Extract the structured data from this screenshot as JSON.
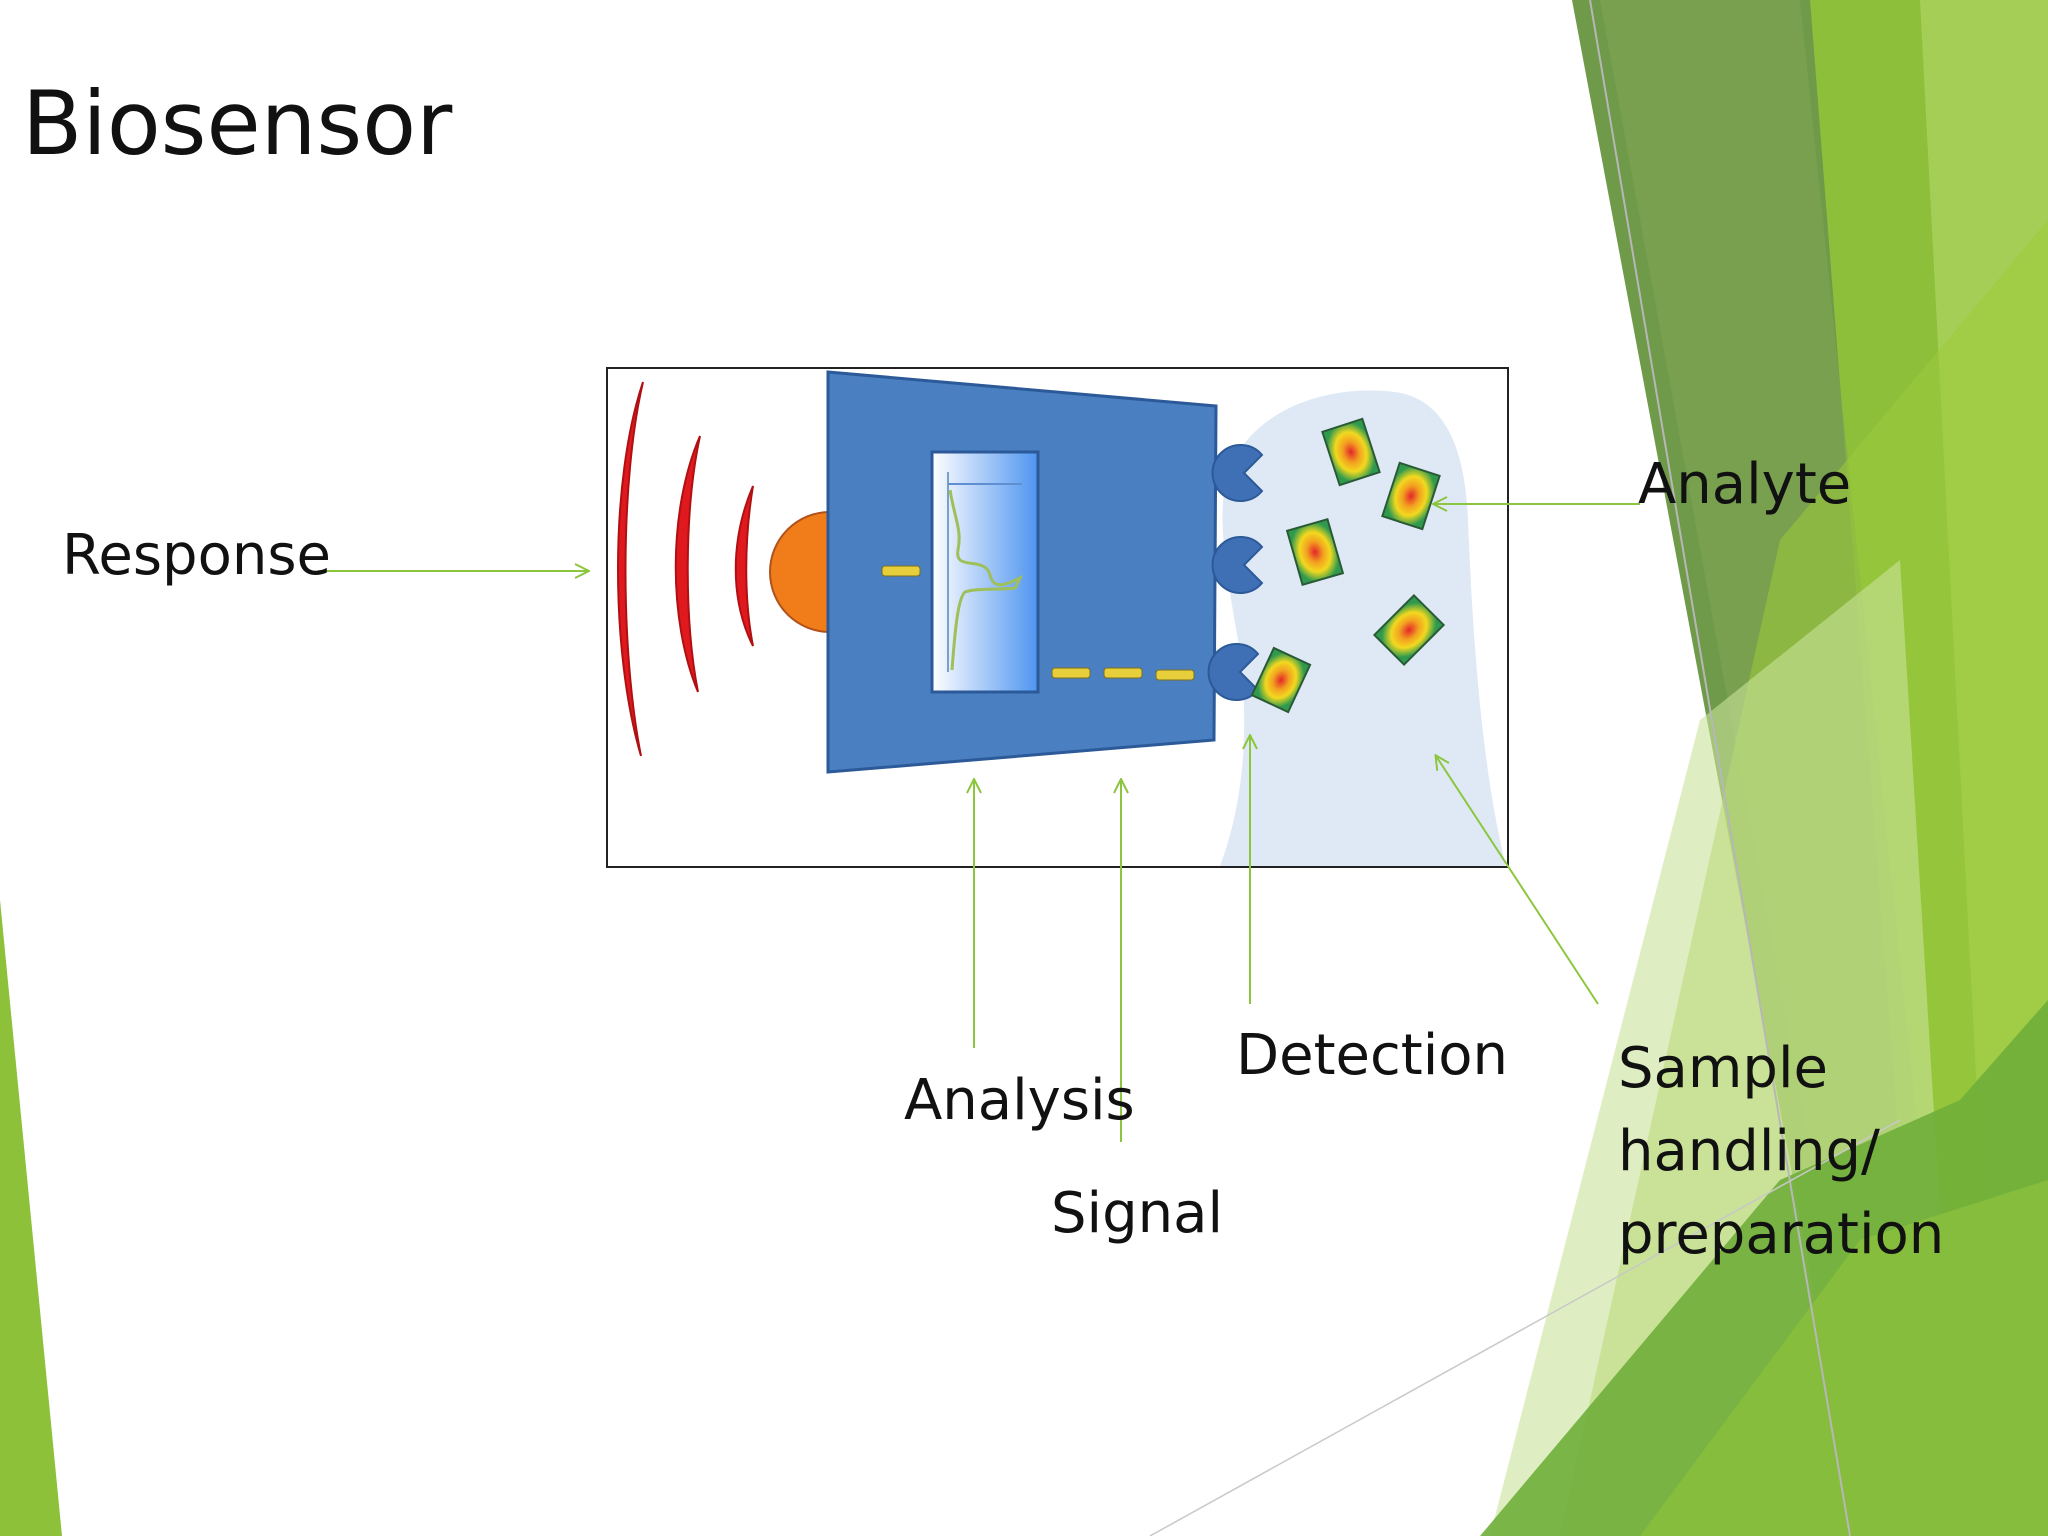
{
  "slide": {
    "title": "Biosensor"
  },
  "labels": {
    "response": "Response",
    "analyte": "Analyte",
    "detection": "Detection",
    "analysis": "Analysis",
    "signal": "Signal",
    "sample": "Sample\nhandling/\npreparation"
  },
  "colors": {
    "annotation_arrow": "#8cc63f",
    "device_body": "#4a7fc1",
    "response_waves": "#e0191f",
    "signal_source": "#f07d1a",
    "analyte_blob": "#dfe9f5",
    "theme_green_light": "#9ccb3b",
    "theme_green_dark": "#6a9a46"
  },
  "icons": [
    "response-wave-icon",
    "receptor-icon",
    "analyte-molecule-icon",
    "signal-arrow-icon"
  ]
}
